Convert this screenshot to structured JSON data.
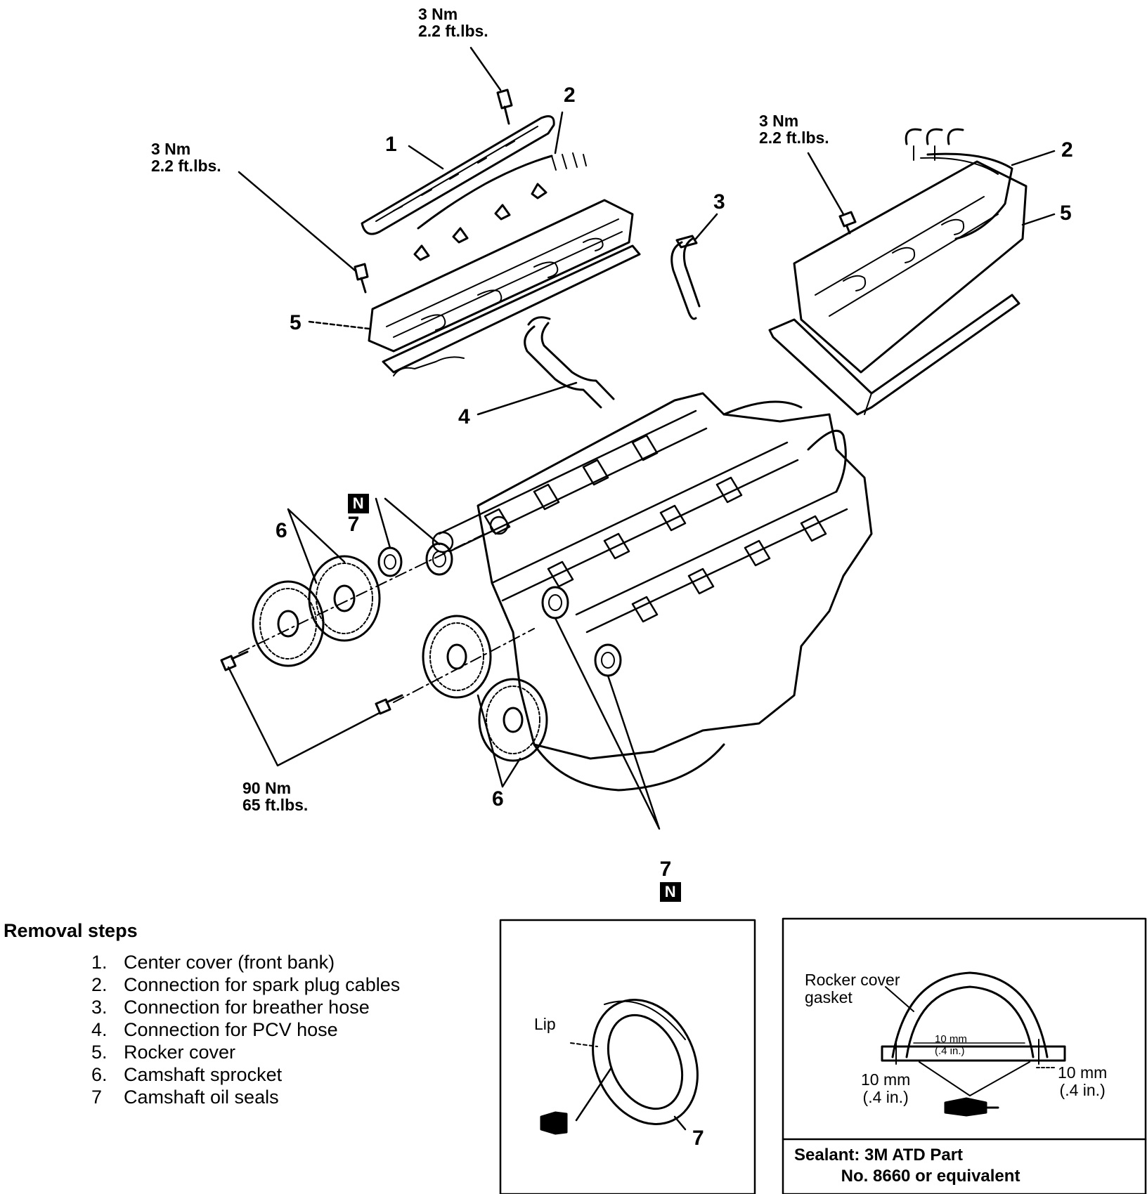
{
  "callouts": {
    "torque_top": "3 Nm\n2.2 ft.lbs.",
    "torque_left": "3 Nm\n2.2 ft.lbs.",
    "torque_right": "3 Nm\n2.2 ft.lbs.",
    "torque_bottom": "90 Nm\n65 ft.lbs.",
    "label_1": "1",
    "label_2_top": "2",
    "label_2_right": "2",
    "label_3": "3",
    "label_4": "4",
    "label_5_left": "5",
    "label_5_right": "5",
    "label_6_left": "6",
    "label_6_bottom": "6",
    "label_7_upper": "7",
    "label_7_lower": "7",
    "new_part_mark": "N"
  },
  "removal_steps": {
    "title": "Removal steps",
    "items": [
      {
        "num": "1.",
        "text": "Center cover (front bank)"
      },
      {
        "num": "2.",
        "text": "Connection for spark plug cables"
      },
      {
        "num": "3.",
        "text": "Connection for breather hose"
      },
      {
        "num": "4.",
        "text": "Connection for PCV hose"
      },
      {
        "num": "5.",
        "text": "Rocker cover"
      },
      {
        "num": "6.",
        "text": "Camshaft sprocket"
      },
      {
        "num": "7",
        "text": "Camshaft oil seals"
      }
    ]
  },
  "inset_seal": {
    "lip_label": "Lip",
    "part_number": "7"
  },
  "inset_gasket": {
    "gasket_label": "Rocker cover\ngasket",
    "center_dim": "10 mm\n(.4 in.)",
    "left_dim": "10 mm\n(.4 in.)",
    "right_dim": "10 mm\n(.4 in.)",
    "sealant_note": "Sealant: 3M ATD Part\n          No. 8660 or equivalent"
  }
}
